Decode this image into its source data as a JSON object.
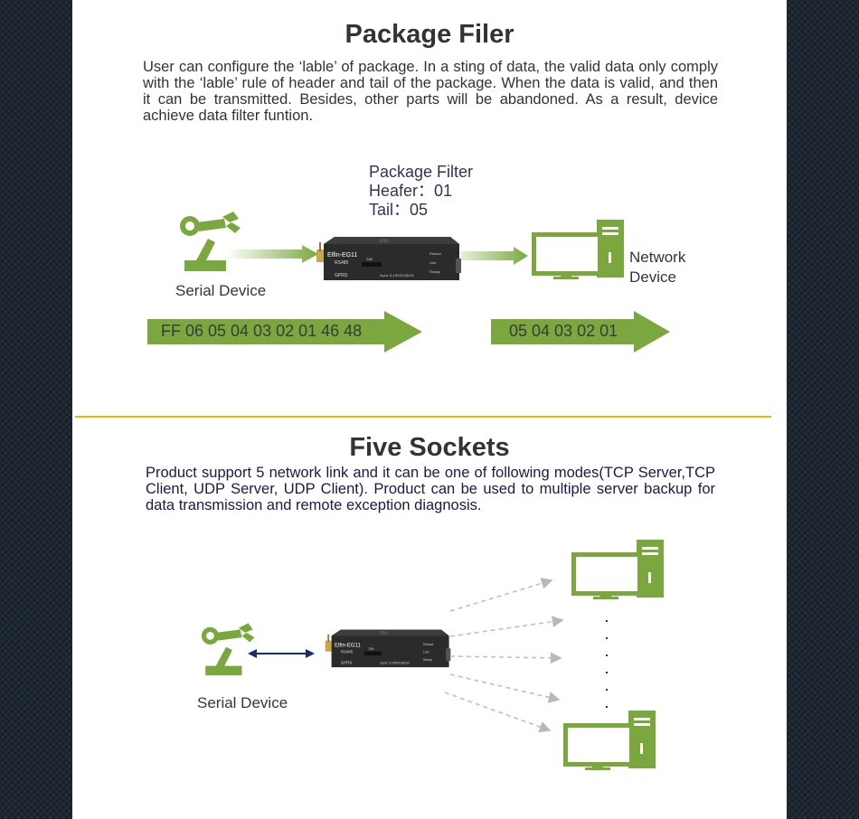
{
  "section1": {
    "title": "Package Filer",
    "paragraph": "User can configure the ‘lable’ of package. In a sting of data, the valid data only comply with the ‘lable’ rule of header and tail of the package. When the data is valid, and then it can be transmitted. Besides, other parts will be abandoned. As a result, device achieve data filter funtion.",
    "filter": {
      "line1": "Package Filter",
      "line2": "Heafer：01",
      "line3": "Tail：05"
    },
    "serial_label": "Serial Device",
    "network_label_1": "Network",
    "network_label_2": "Device",
    "input_data": "FF 06 05 04 03 02 01 46 48",
    "output_data": "05 04 03 02 01"
  },
  "section2": {
    "title": "Five Sockets",
    "paragraph": "Product support 5 network link and it can be one of following modes(TCP Server,TCP Client, UDP Server, UDP Client). Product can be used to multiple server backup for data transmission and remote exception diagnosis.",
    "serial_label": "Serial Device"
  },
  "device": {
    "brand": "Elfin-EG11",
    "port1": "RS485",
    "port2": "GPRS",
    "sim": "SIM",
    "input": "Input: 5-18VDC@1W",
    "side1": "Reload",
    "side2": "Link",
    "side3": "Ready",
    "logo": "Elfin"
  },
  "colors": {
    "accent_green": "#7aa83f",
    "divider_gold": "#e8b516",
    "link_arrow": "#1c2a6e"
  }
}
